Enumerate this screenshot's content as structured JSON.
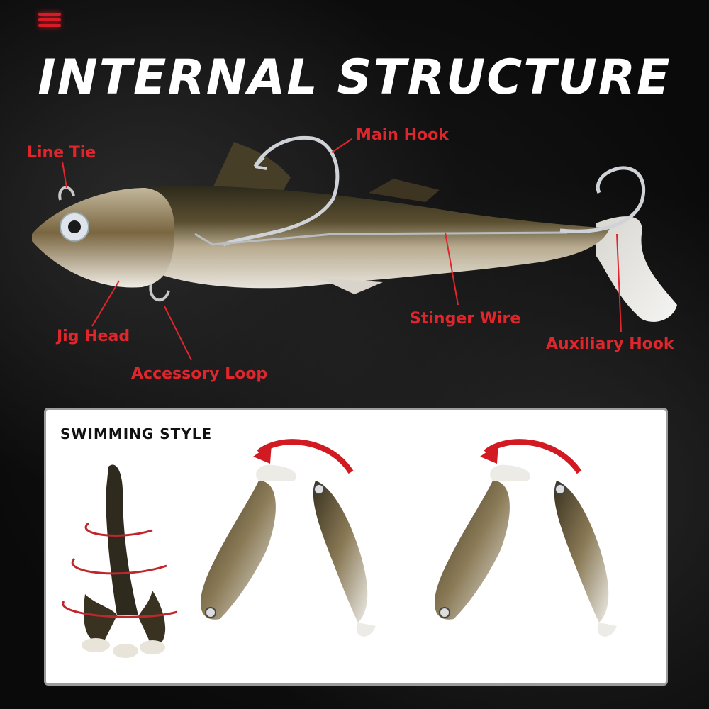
{
  "header": {
    "menu_icon": "hamburger-menu-icon",
    "title": "INTERNAL STRUCTURE"
  },
  "labels": {
    "line_tie": "Line Tie",
    "main_hook": "Main Hook",
    "jig_head": "Jig Head",
    "accessory_loop": "Accessory Loop",
    "stinger_wire": "Stinger Wire",
    "auxiliary_hook": "Auxiliary Hook"
  },
  "swimming": {
    "title": "SWIMMING STYLE"
  },
  "colors": {
    "accent": "#e0262c",
    "panel_bg": "#ffffff",
    "background": "#0d0d0d",
    "fish_back": "#3a3420"
  }
}
